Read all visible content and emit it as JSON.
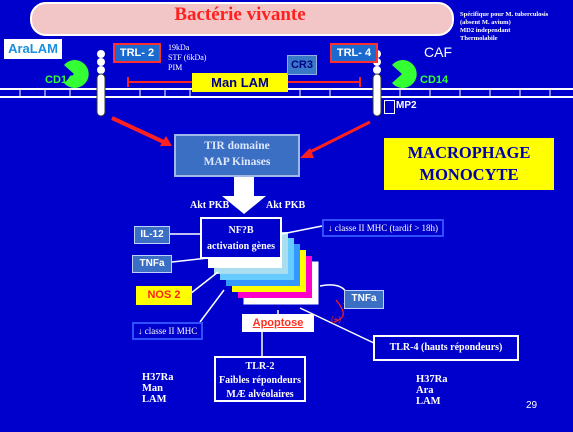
{
  "bacteria": {
    "title": "Bactérie vivante"
  },
  "left": {
    "aralam": "AraLAM",
    "cd14": "CD14",
    "trl2": "TRL- 2",
    "lipo": [
      "19kDa",
      "STF (6kDa)",
      "PIM"
    ]
  },
  "center": {
    "manlam": "Man LAM",
    "cr3": "CR3"
  },
  "right": {
    "trl4": "TRL- 4",
    "caf": "CAF",
    "cd14": "CD14",
    "mp2": "MP2",
    "notes": [
      "Spécifique pour M. tuberculosis",
      "(absent M. avium)",
      "MD2 independant",
      "Thermolabile"
    ]
  },
  "tir": {
    "line1": "TIR domaine",
    "line2": "MAP Kinases"
  },
  "macrophage": {
    "line1": "MACROPHAGE",
    "line2": "MONOCYTE"
  },
  "akt": {
    "left": "Akt PKB",
    "right": "Akt PKB"
  },
  "nfkb": {
    "line1": "NF?B",
    "line2": "activation gènes"
  },
  "boxes": {
    "il12": "IL-12",
    "tnfa_left": "TNFa",
    "nos2": "NOS 2",
    "tnfa_right": "TNFa",
    "mhc_late": "classe II MHC (tardif > 18h)",
    "mhc": "classe II MHC",
    "arrow_down": "↓"
  },
  "apoptose": "Apoptose",
  "tlr4_hauts": "TLR-4 (hauts répondeurs)",
  "tlr2_faibles": {
    "line1": "TLR-2",
    "line2": "Faibles répondeurs",
    "line3": "MÆ alvéolaires"
  },
  "footer_left": [
    "H37Ra",
    "Man",
    "LAM"
  ],
  "footer_right": [
    "H37Ra",
    "Ara",
    "LAM"
  ],
  "page_number": "29",
  "colors": {
    "background": "#0000cc",
    "accent_yellow": "#ffff00",
    "accent_red": "#ff2020",
    "receptor_green": "#33ff33"
  }
}
